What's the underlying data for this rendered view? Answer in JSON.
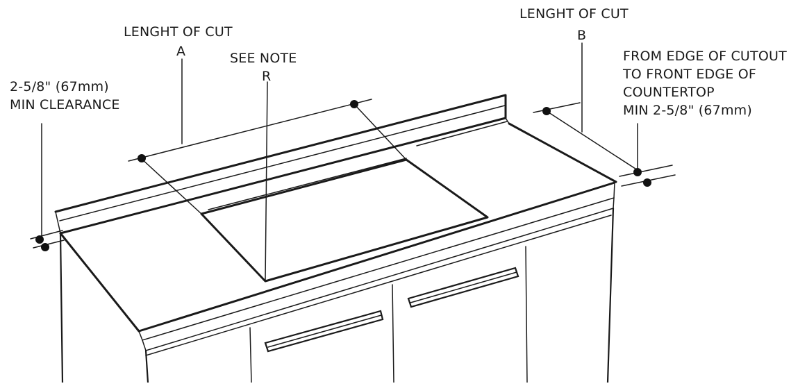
{
  "labels": {
    "length_a": "LENGHT OF CUT",
    "letter_a": "A",
    "see_note": "SEE NOTE",
    "letter_r": "R",
    "length_b": "LENGHT OF CUT",
    "letter_b": "B",
    "clearance_line1": "2-5/8\" (67mm)",
    "clearance_line2": "MIN CLEARANCE",
    "front_edge_line1": "FROM EDGE OF CUTOUT",
    "front_edge_line2": "TO FRONT EDGE OF",
    "front_edge_line3": "COUNTERTOP",
    "front_edge_line4": "MIN 2-5/8\" (67mm)"
  }
}
